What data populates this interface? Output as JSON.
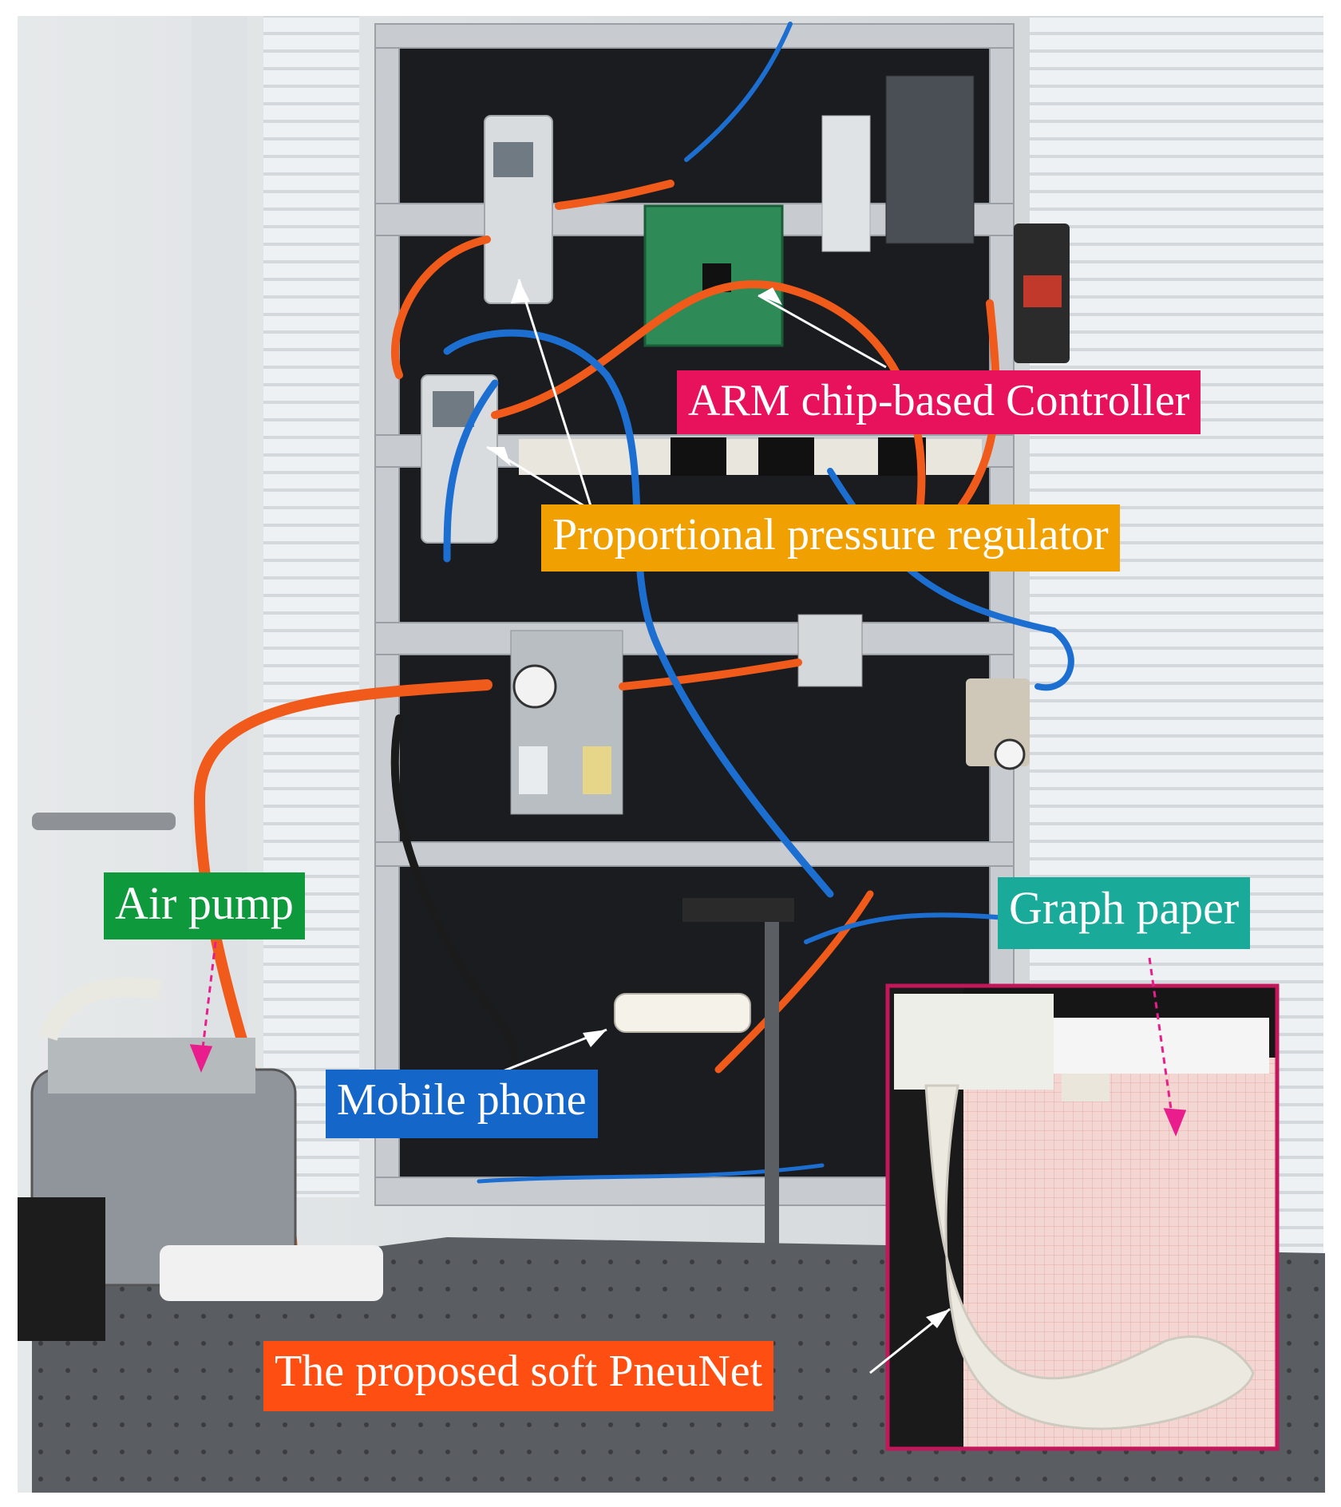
{
  "figure": {
    "labels": {
      "controller": "ARM chip-based Controller",
      "regulator": "Proportional pressure regulator",
      "air_pump": "Air pump",
      "graph_paper": "Graph paper",
      "mobile_phone": "Mobile phone",
      "soft_actuator": "The proposed soft PneuNet"
    },
    "colors": {
      "controller": "#e8115b",
      "regulator": "#f0a000",
      "air_pump": "#0e9a3c",
      "graph_paper": "#1aaa99",
      "mobile_phone": "#1466c8",
      "soft_actuator": "#ff4e12",
      "inset_border": "#c2185b",
      "tube_orange": "#f05a1a",
      "tube_blue": "#1c6fd1",
      "frame_aluminium": "#c8ccd0",
      "backboard": "#1b1c20"
    }
  }
}
